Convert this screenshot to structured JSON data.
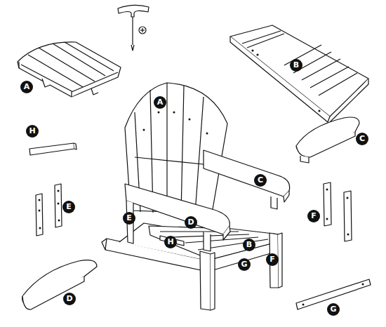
{
  "diagram": {
    "labels": [
      "A",
      "B",
      "A",
      "H",
      "C",
      "C",
      "E",
      "E",
      "D",
      "F",
      "H",
      "B",
      "G",
      "F",
      "D",
      "G"
    ]
  }
}
